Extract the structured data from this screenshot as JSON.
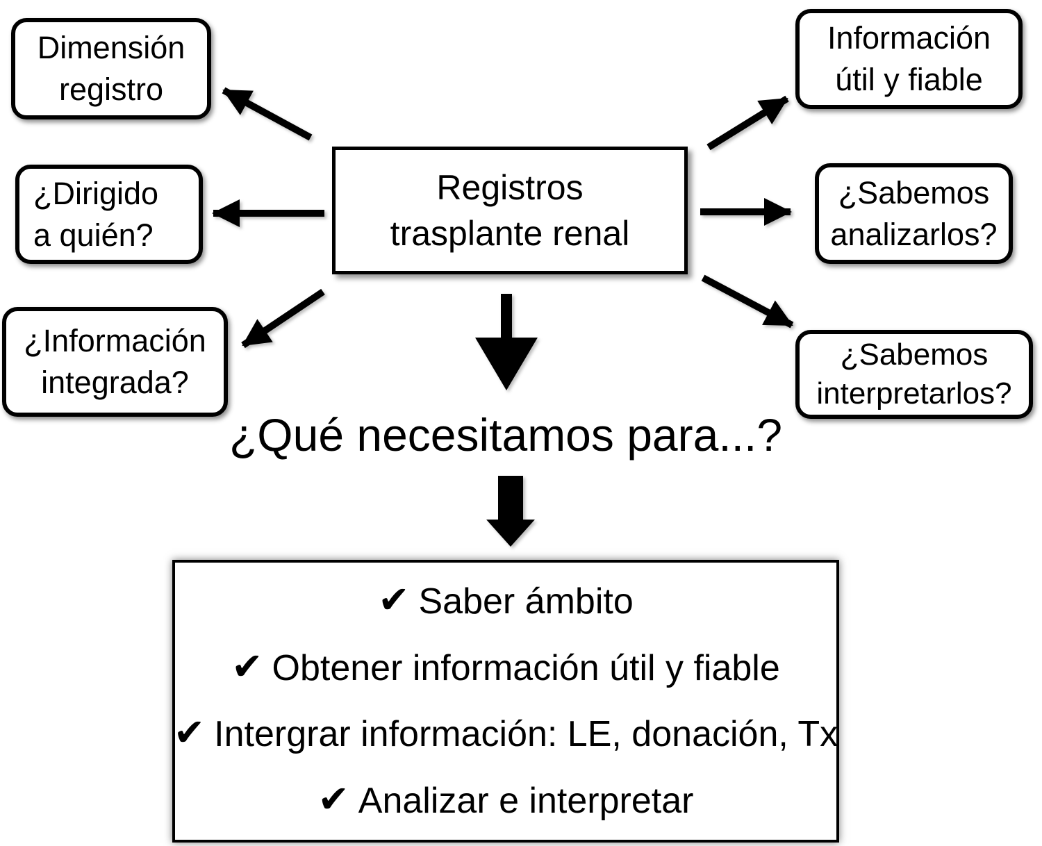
{
  "diagram": {
    "center": {
      "label": "Registros\ntrasplante renal"
    },
    "left_nodes": [
      {
        "id": "dimension-registro",
        "label": "Dimensión\nregistro"
      },
      {
        "id": "dirigido-a-quien",
        "label": "¿Dirigido\na quién?"
      },
      {
        "id": "informacion-integrada",
        "label": "¿Información\nintegrada?"
      }
    ],
    "right_nodes": [
      {
        "id": "informacion-util-y-fiable",
        "label": "Información\nútil y fiable"
      },
      {
        "id": "sabemos-analizarlos",
        "label": "¿Sabemos\nanalizarlos?"
      },
      {
        "id": "sabemos-interpretarlos",
        "label": "¿Sabemos\ninterpretarlos?"
      }
    ],
    "question": "¿Qué necesitamos para...?",
    "checklist": {
      "check_icon": "✔",
      "items": [
        "Saber ámbito",
        "Obtener información útil y fiable",
        "Intergrar información: LE, donación, Tx",
        "Analizar e interpretar"
      ]
    }
  }
}
